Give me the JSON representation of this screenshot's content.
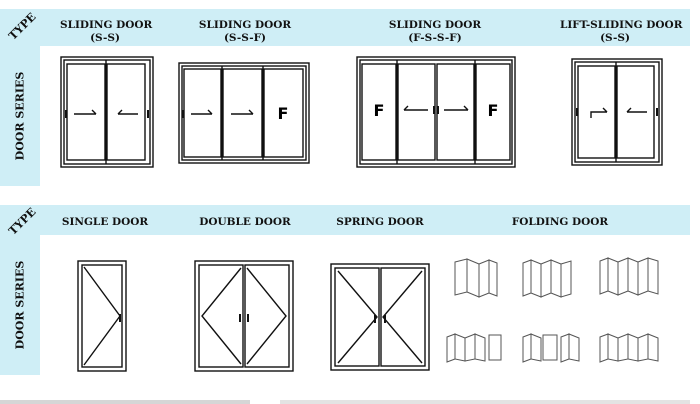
{
  "top_section": {
    "type_label": "TYPE",
    "series_label": "DOOR SERIES",
    "columns": [
      {
        "title": "SLIDING DOOR",
        "code": "(S-S)"
      },
      {
        "title": "SLIDING DOOR",
        "code": "(S-S-F)"
      },
      {
        "title": "SLIDING DOOR",
        "code": "(F-S-S-F)"
      },
      {
        "title": "LIFT-SLIDING DOOR",
        "code": "(S-S)"
      }
    ],
    "fixed_mark": "F"
  },
  "bottom_section": {
    "type_label": "TYPE",
    "series_label": "DOOR SERIES",
    "columns": [
      {
        "title": "SINGLE DOOR"
      },
      {
        "title": "DOUBLE DOOR"
      },
      {
        "title": "SPRING DOOR"
      },
      {
        "title": "FOLDING DOOR"
      }
    ]
  }
}
